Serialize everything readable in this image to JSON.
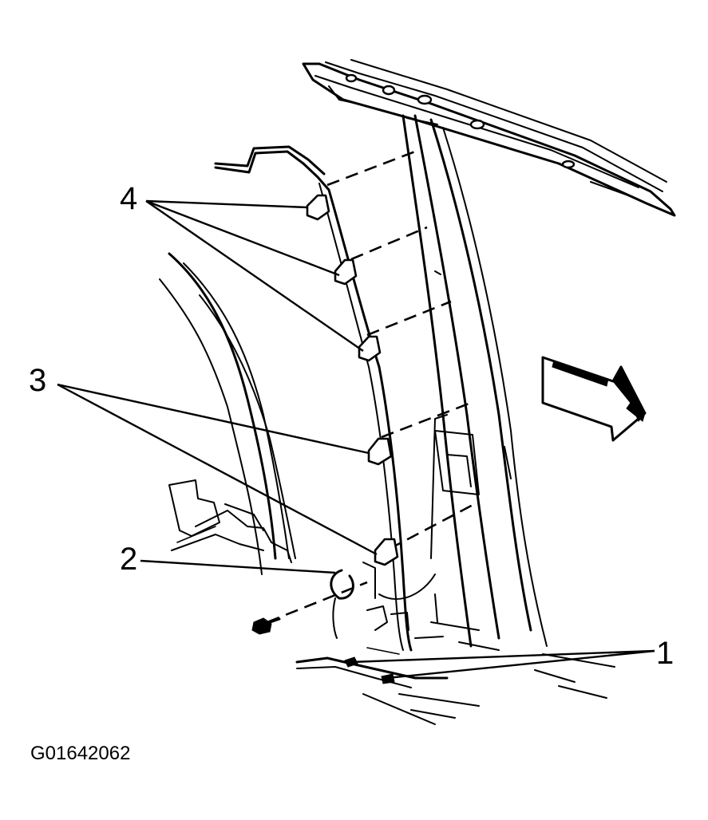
{
  "callouts": {
    "c1": "1",
    "c2": "2",
    "c3": "3",
    "c4": "4"
  },
  "figure_id": "G01642062"
}
